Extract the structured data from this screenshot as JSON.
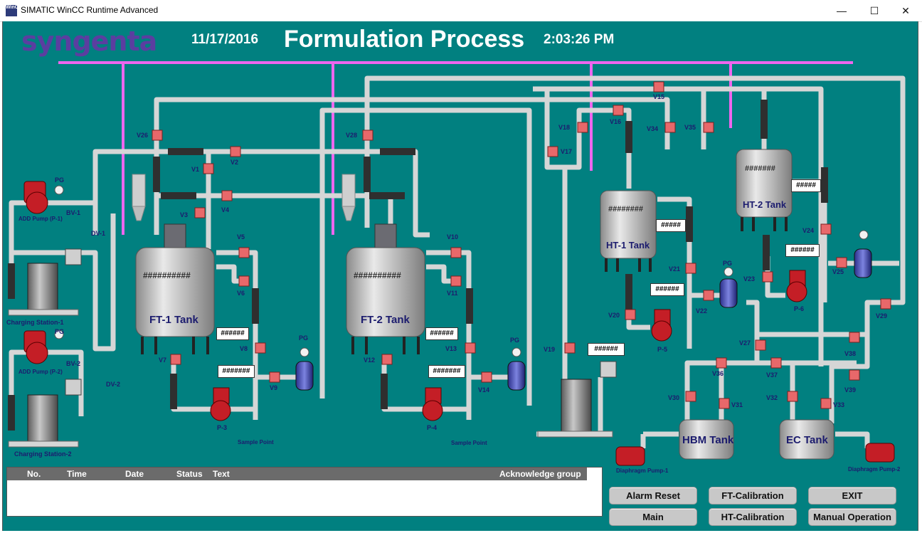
{
  "window": {
    "title": "SIMATIC WinCC Runtime Advanced",
    "icon_text": "WinCC",
    "minimize": "—",
    "maximize": "☐",
    "close": "✕"
  },
  "header": {
    "logo": "syngenta",
    "date": "11/17/2016",
    "title": "Formulation Process",
    "time": "2:03:26 PM"
  },
  "tanks": {
    "ft1": {
      "label": "FT-1 Tank",
      "display": "##########"
    },
    "ft2": {
      "label": "FT-2 Tank",
      "display": "##########"
    },
    "ht1": {
      "label": "HT-1 Tank",
      "display": "########"
    },
    "ht2": {
      "label": "HT-2 Tank",
      "display": "#######"
    },
    "hbm": {
      "label": "HBM Tank"
    },
    "ec": {
      "label": "EC Tank"
    }
  },
  "valves": [
    "V1",
    "V2",
    "V3",
    "V4",
    "V5",
    "V6",
    "V7",
    "V8",
    "V9",
    "V10",
    "V11",
    "V12",
    "V13",
    "V14",
    "V15",
    "V16",
    "V17",
    "V18",
    "V19",
    "V20",
    "V21",
    "V22",
    "V23",
    "V24",
    "V25",
    "V26",
    "V27",
    "V28",
    "V29",
    "V30",
    "V31",
    "V32",
    "V33",
    "V34",
    "V35",
    "V36",
    "V37",
    "V38",
    "V39"
  ],
  "equipment": {
    "add_pump_1": "ADD Pump (P-1)",
    "add_pump_2": "ADD Pump (P-2)",
    "bv1": "BV-1",
    "bv2": "BV-2",
    "dv1": "DV-1",
    "dv2": "DV-2",
    "pg": "PG",
    "p3": "P-3",
    "p4": "P-4",
    "p5": "P-5",
    "p6": "P-6",
    "charging1": "Charging Station-1",
    "charging2": "Charging Station-2",
    "sample1": "Sample Point",
    "sample2": "Sample Point",
    "diaphragm1": "Diaphragm Pump-1",
    "diaphragm2": "Diaphragm Pump-2"
  },
  "displays": {
    "ft1_side": "######",
    "ft1_pump": "#######",
    "ft2_side": "######",
    "ft2_pump": "#######",
    "ht1_side": "#####",
    "ht1_pump": "######",
    "ht2_side": "#####",
    "ht2_pump": "######",
    "drum3": "######"
  },
  "alarm_table": {
    "columns": [
      "No.",
      "Time",
      "Date",
      "Status",
      "Text",
      "Acknowledge group"
    ]
  },
  "buttons": {
    "alarm_reset": "Alarm Reset",
    "ft_calibration": "FT-Calibration",
    "exit": "EXIT",
    "main": "Main",
    "ht_calibration": "HT-Calibration",
    "manual_operation": "Manual Operation"
  },
  "colors": {
    "background": "#018080",
    "pipe": "#d9d9d9",
    "valve": "#e05a5a",
    "magenta": "#ee66ee",
    "tank": "#bdbdbd",
    "pump": "#c0202a"
  }
}
